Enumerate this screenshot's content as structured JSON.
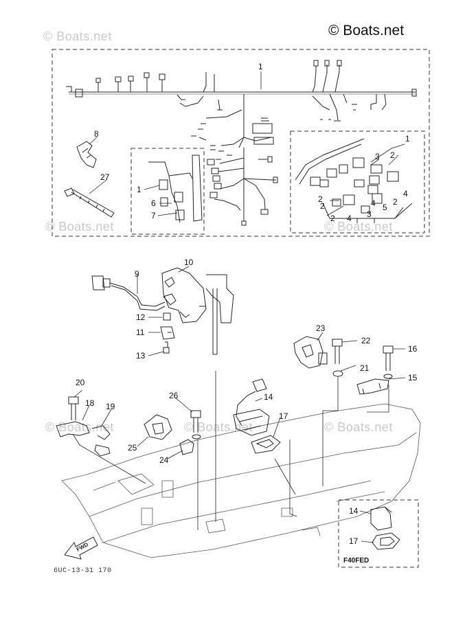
{
  "watermarks": {
    "top_left": "© Boats.net",
    "brand": "© Boats.net",
    "mid_left": "© Boats.net",
    "mid_right": "© Boats.net",
    "lower_left": "© Boats.net",
    "lower_mid": "© Boats.net",
    "lower_right": "© Boats.net"
  },
  "callouts": [
    {
      "id": "c1",
      "label": "1"
    },
    {
      "id": "c8",
      "label": "8"
    },
    {
      "id": "c27",
      "label": "27"
    },
    {
      "id": "c1b",
      "label": "1"
    },
    {
      "id": "c6",
      "label": "6"
    },
    {
      "id": "c7",
      "label": "7"
    },
    {
      "id": "c1c",
      "label": "1"
    },
    {
      "id": "c2a",
      "label": "2"
    },
    {
      "id": "c3a",
      "label": "3"
    },
    {
      "id": "c4a",
      "label": "4"
    },
    {
      "id": "c2b",
      "label": "2"
    },
    {
      "id": "c5",
      "label": "5"
    },
    {
      "id": "c4b",
      "label": "4"
    },
    {
      "id": "c2c",
      "label": "2"
    },
    {
      "id": "c3b",
      "label": "3"
    },
    {
      "id": "c2d",
      "label": "2"
    },
    {
      "id": "c2e",
      "label": "2"
    },
    {
      "id": "c4c",
      "label": "4"
    },
    {
      "id": "c10",
      "label": "10"
    },
    {
      "id": "c9",
      "label": "9"
    },
    {
      "id": "c12",
      "label": "12"
    },
    {
      "id": "c11",
      "label": "11"
    },
    {
      "id": "c13",
      "label": "13"
    },
    {
      "id": "c23",
      "label": "23"
    },
    {
      "id": "c22",
      "label": "22"
    },
    {
      "id": "c16",
      "label": "16"
    },
    {
      "id": "c21",
      "label": "21"
    },
    {
      "id": "c15",
      "label": "15"
    },
    {
      "id": "c20",
      "label": "20"
    },
    {
      "id": "c18",
      "label": "18"
    },
    {
      "id": "c19",
      "label": "19"
    },
    {
      "id": "c26",
      "label": "26"
    },
    {
      "id": "c14",
      "label": "14"
    },
    {
      "id": "c17",
      "label": "17"
    },
    {
      "id": "c25",
      "label": "25"
    },
    {
      "id": "c24",
      "label": "24"
    },
    {
      "id": "c14b",
      "label": "14"
    },
    {
      "id": "c17b",
      "label": "17"
    }
  ],
  "fwd_label": "FWD",
  "inset_label": "F40FED",
  "diagram_code": "6UC-13-31 170"
}
